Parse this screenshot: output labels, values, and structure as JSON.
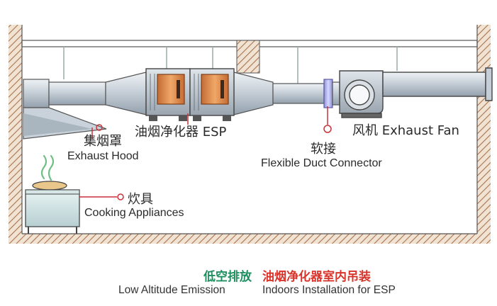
{
  "labels": {
    "hood_zh": "集烟罩",
    "hood_en": "Exhaust Hood",
    "esp_zh": "油烟净化器 ESP",
    "connector_zh": "软接",
    "connector_en": "Flexible Duct Connector",
    "fan": "风机 Exhaust Fan",
    "appliance_zh": "炊具",
    "appliance_en": "Cooking Appliances"
  },
  "caption": {
    "left_zh": "低空排放",
    "left_en": "Low Altitude Emission",
    "right_zh": "油烟净化器室内吊装",
    "right_en": "Indoors Installation for ESP"
  },
  "colors": {
    "left_caption": "#1f8f5f",
    "right_caption": "#d9342b",
    "leader": "#c8323a",
    "duct": "#b9c3cc",
    "esp_panel": "#d98a4e",
    "wall_hatch": "#b07a52"
  }
}
